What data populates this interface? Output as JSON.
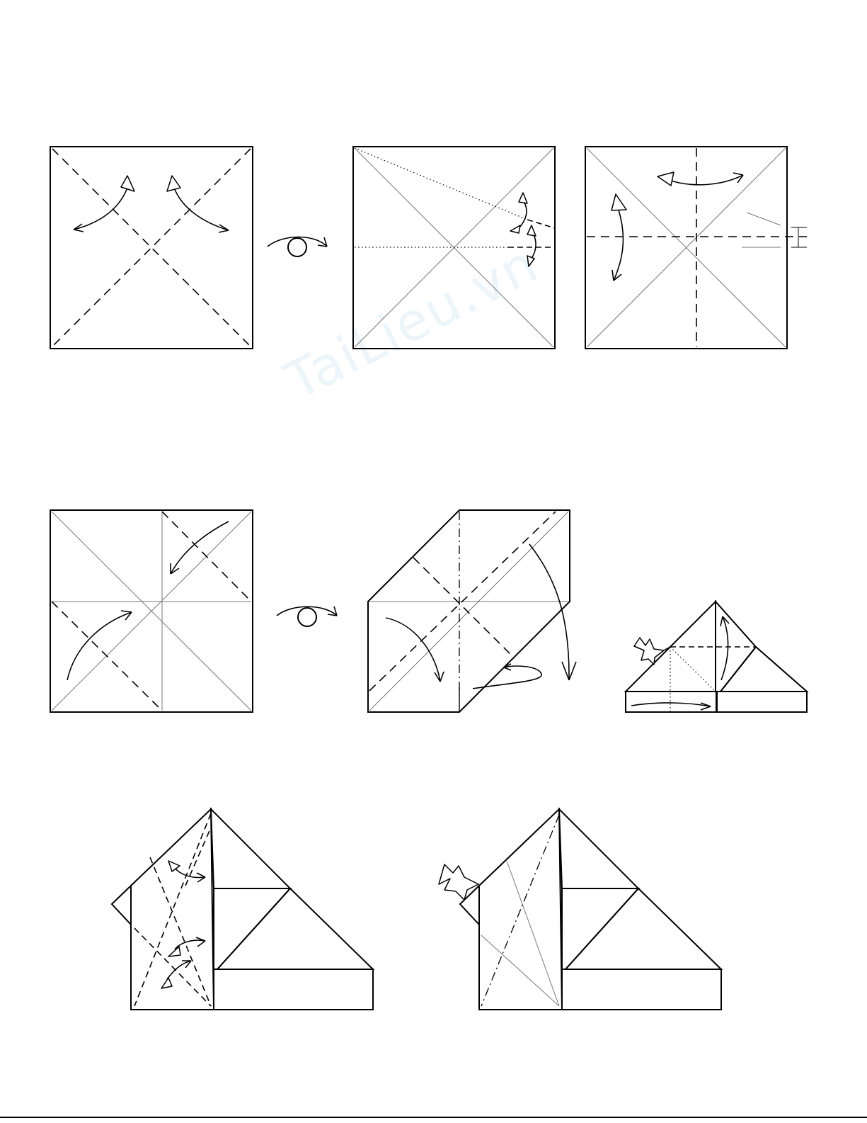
{
  "colors": {
    "paper_color_side": "#b3aee0",
    "paper_white_side": "#ffffff",
    "line": "#000000",
    "reference_crease": "#777777",
    "watermark": "#e9f4f9"
  },
  "watermark": {
    "text": "TaiLieu.vn"
  },
  "steps": [
    {
      "id": "step-1",
      "symbols": [
        "valley-fold-diagonals",
        "unfold-arrows"
      ]
    },
    {
      "id": "turn-over-1",
      "symbols": [
        "turn-over-icon"
      ]
    },
    {
      "id": "step-2",
      "symbols": [
        "pinch-marks",
        "unfold-arrows"
      ]
    },
    {
      "id": "step-3",
      "symbols": [
        "valley-fold-midlines",
        "unfold-arrows",
        "measurement-mark"
      ]
    },
    {
      "id": "step-4",
      "symbols": [
        "valley-fold-corners",
        "fold-arrows"
      ]
    },
    {
      "id": "turn-over-2",
      "symbols": [
        "turn-over-icon"
      ]
    },
    {
      "id": "step-5",
      "symbols": [
        "mountain-fold",
        "fold-arrows",
        "rotate-loop-arrow"
      ]
    },
    {
      "id": "step-6",
      "symbols": [
        "squash-arrow",
        "fold-arrows"
      ]
    },
    {
      "id": "step-7",
      "symbols": [
        "valley-fold-lines",
        "unfold-arrows"
      ]
    },
    {
      "id": "step-8",
      "symbols": [
        "squash-arrow",
        "mountain-fold"
      ]
    }
  ]
}
